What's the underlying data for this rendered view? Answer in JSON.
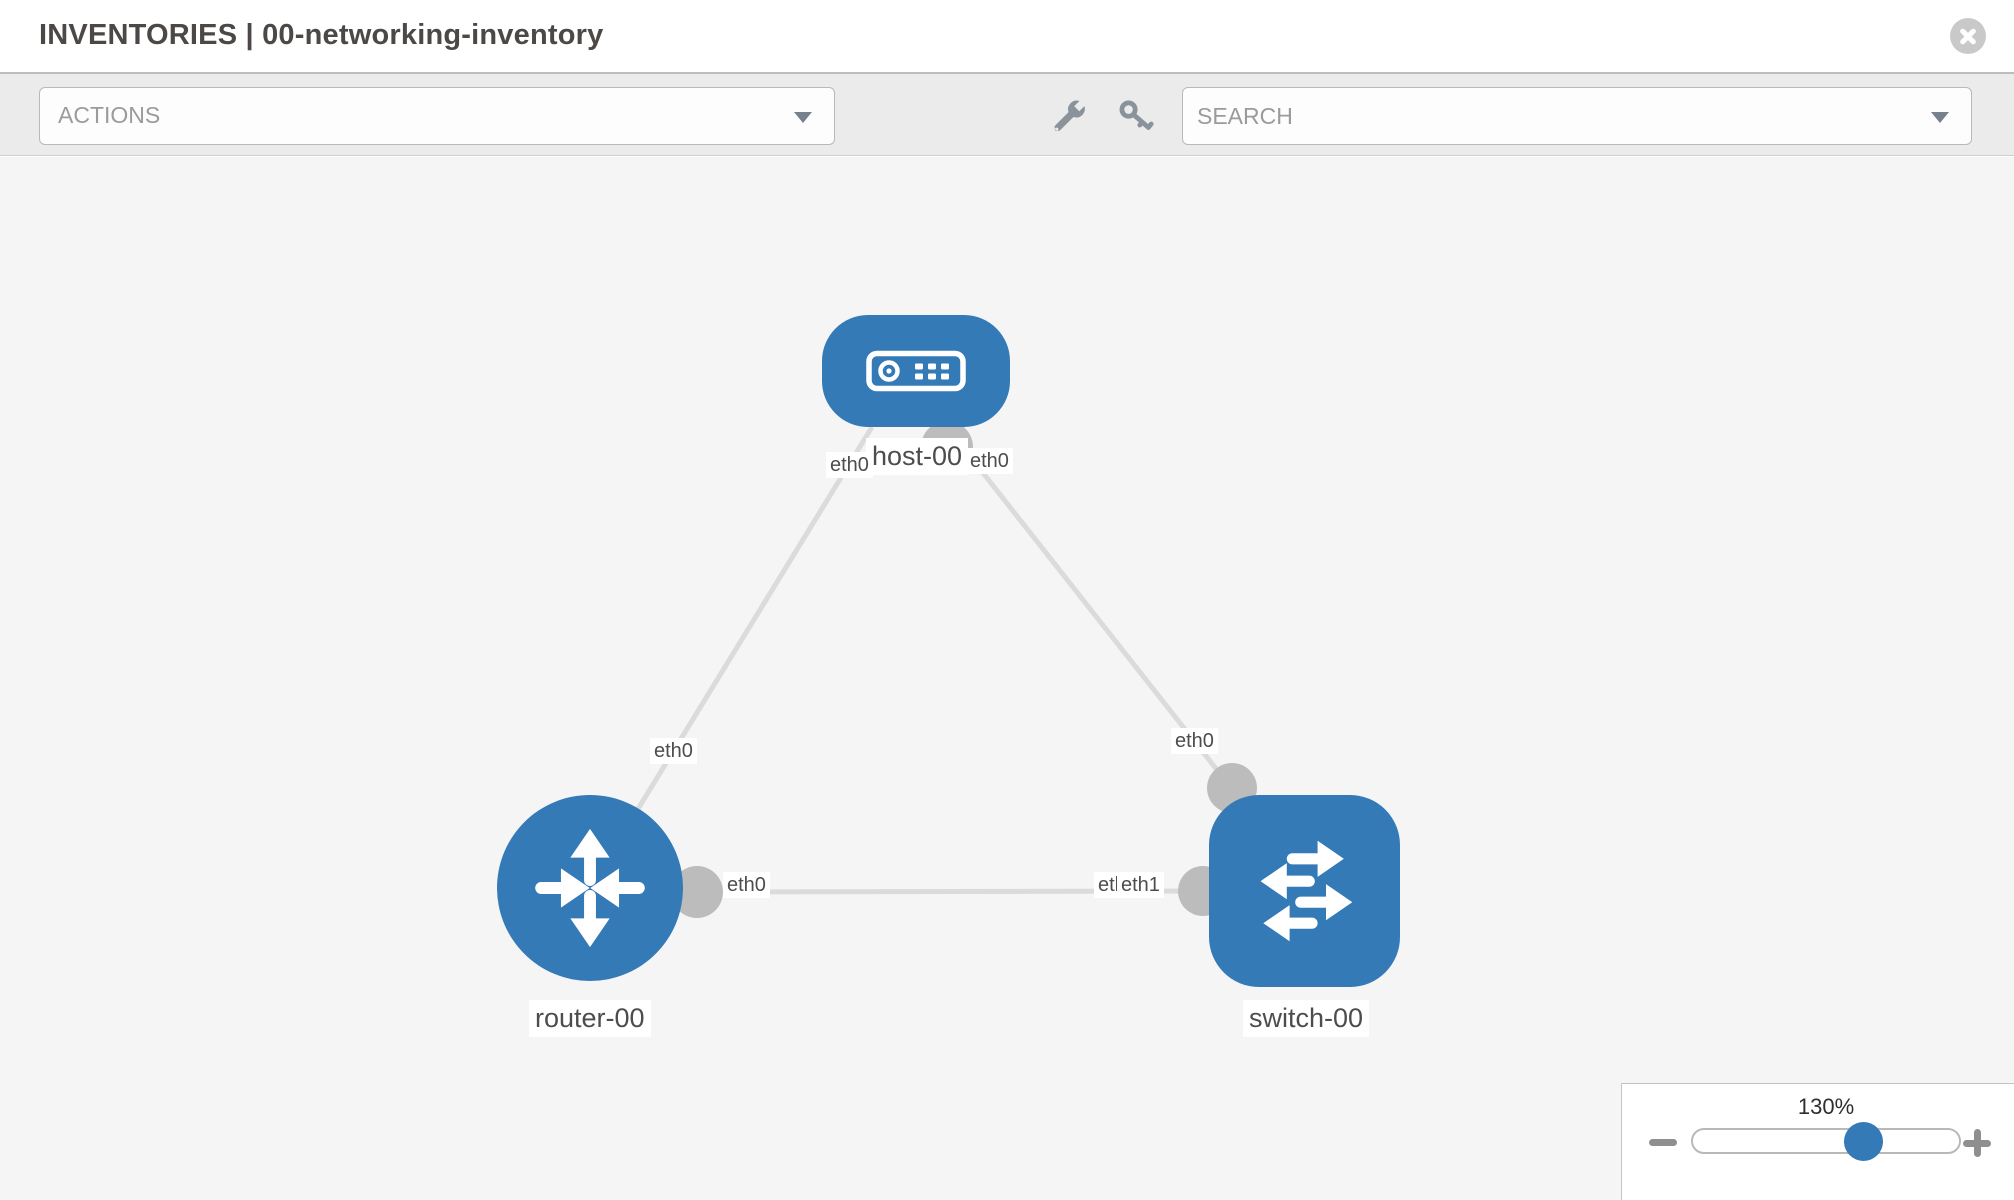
{
  "header": {
    "title": "INVENTORIES | 00-networking-inventory"
  },
  "toolbar": {
    "actions_placeholder": "ACTIONS",
    "search_placeholder": "SEARCH"
  },
  "canvas": {
    "nodes": [
      {
        "id": "host-00",
        "label": "host-00",
        "type": "host"
      },
      {
        "id": "router-00",
        "label": "router-00",
        "type": "router"
      },
      {
        "id": "switch-00",
        "label": "switch-00",
        "type": "switch"
      }
    ],
    "links": [
      {
        "from": "host-00",
        "to": "router-00"
      },
      {
        "from": "host-00",
        "to": "switch-00"
      },
      {
        "from": "router-00",
        "to": "switch-00"
      }
    ],
    "interface_labels": {
      "host_left": "eth0",
      "host_right": "eth0",
      "router_top": "eth0",
      "router_right": "eth0",
      "switch_left_under": "eth0",
      "switch_left": "eth1",
      "switch_top": "eth0"
    }
  },
  "zoom_panel": {
    "level": "130%"
  },
  "colors": {
    "node_blue": "#337ab7",
    "link_gray": "#dbdbdb",
    "connector_gray": "#bcbcbc",
    "toolbar_bg": "#ebebeb",
    "canvas_bg": "#f5f5f5"
  }
}
